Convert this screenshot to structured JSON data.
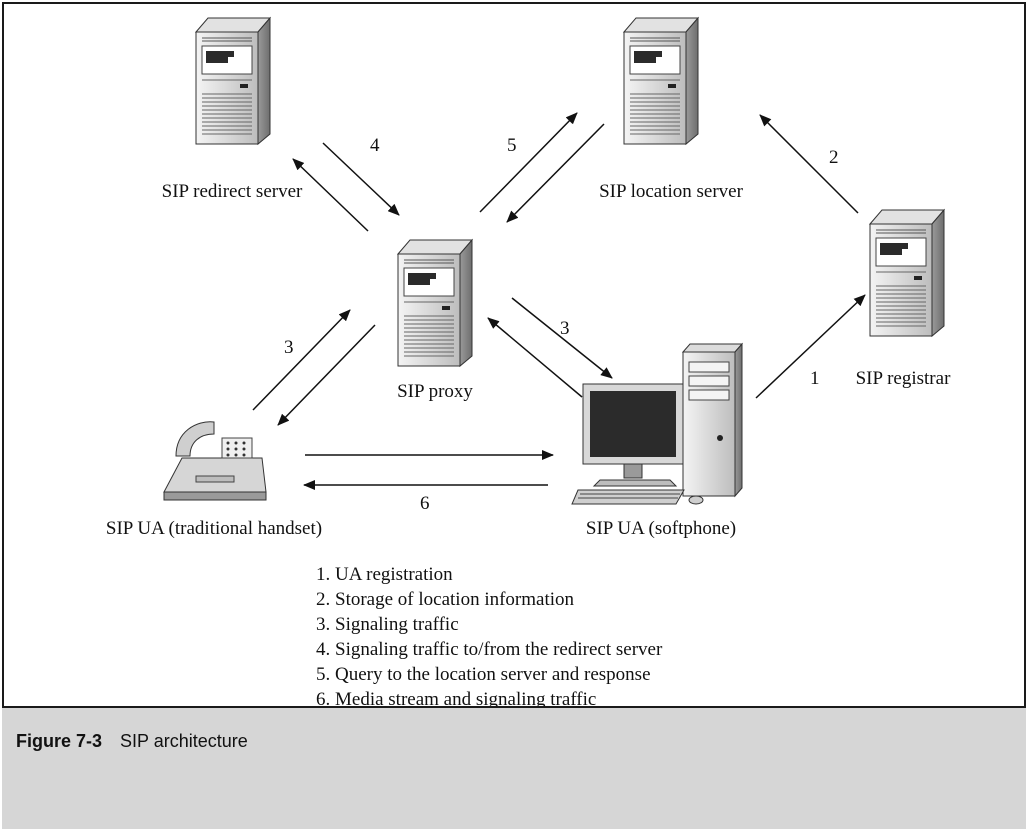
{
  "nodes": {
    "redirect_server": "SIP redirect server",
    "location_server": "SIP location server",
    "proxy": "SIP proxy",
    "registrar": "SIP registrar",
    "ua_handset": "SIP UA (traditional handset)",
    "ua_softphone": "SIP UA (softphone)"
  },
  "arrow_numbers": {
    "redirect": "4",
    "location": "5",
    "registrar_location": "2",
    "handset_proxy": "3",
    "proxy_softphone": "3",
    "softphone_registrar": "1",
    "handset_softphone": "6"
  },
  "legend": [
    "1. UA registration",
    "2. Storage of location information",
    "3. Signaling traffic",
    "4. Signaling traffic to/from the redirect server",
    "5. Query to the location server and response",
    "6. Media stream and signaling traffic"
  ],
  "caption": {
    "figure_number": "Figure 7-3",
    "title": "SIP architecture"
  }
}
